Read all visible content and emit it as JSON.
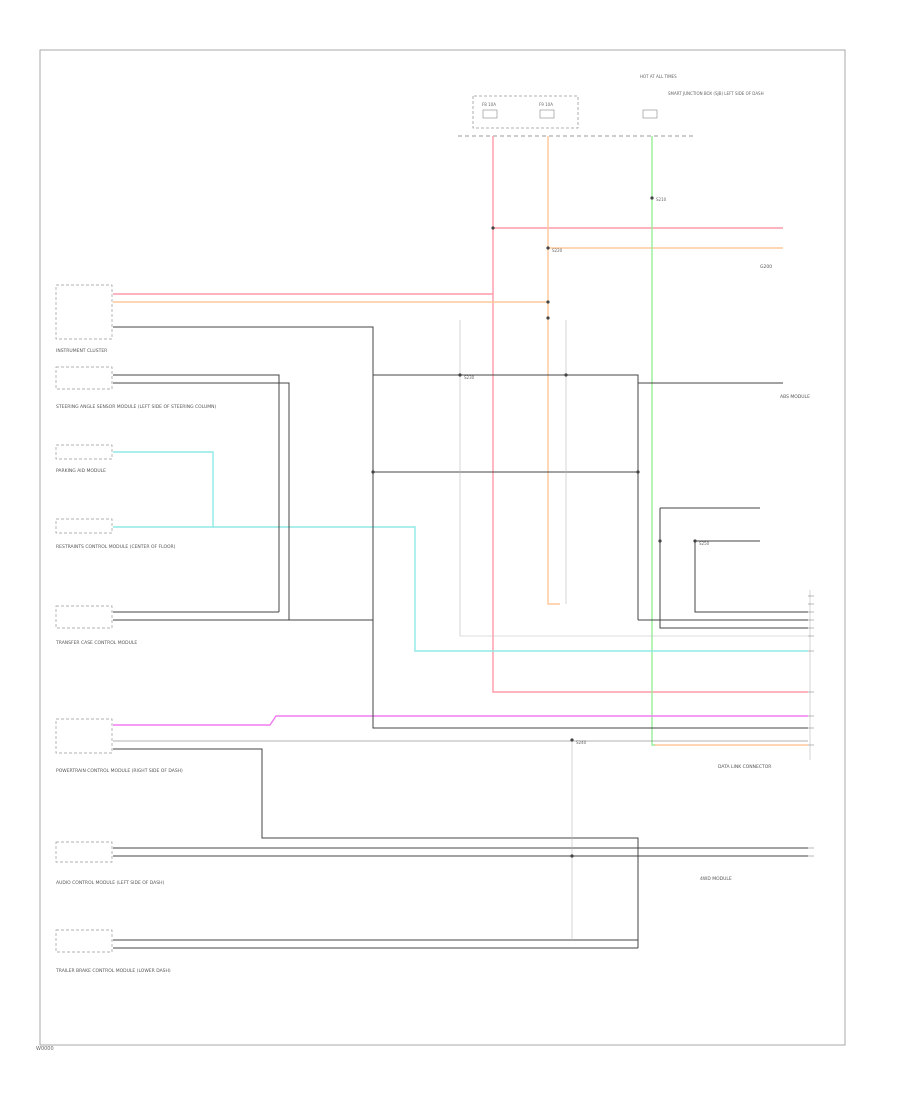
{
  "footer_code": "W0000",
  "colors": {
    "pink": "#ff9aa8",
    "orange": "#ffc89a",
    "green": "#98ee98",
    "cyan": "#8fe9e6",
    "magenta": "#f27bf2",
    "wire": "#444444",
    "border": "#aaaaaa"
  },
  "header_labels": {
    "fuse_block": "HOT AT ALL TIMES",
    "fuse_a": "F8 10A",
    "fuse_b": "F9 10A",
    "junction_note": "SMART JUNCTION BOX (SJB) LEFT SIDE OF DASH"
  },
  "components": [
    {
      "name": "instrument-cluster",
      "label": "INSTRUMENT CLUSTER"
    },
    {
      "name": "steering-angle-sensor",
      "label": "STEERING ANGLE SENSOR MODULE (LEFT SIDE OF STEERING COLUMN)"
    },
    {
      "name": "parking-aid-module",
      "label": "PARKING AID MODULE"
    },
    {
      "name": "restraints-control-module",
      "label": "RESTRAINTS CONTROL MODULE (CENTER OF FLOOR)"
    },
    {
      "name": "transmission-control-module",
      "label": "TRANSFER CASE CONTROL MODULE"
    },
    {
      "name": "powertrain-control-module",
      "label": "POWERTRAIN CONTROL MODULE (RIGHT SIDE OF DASH)"
    },
    {
      "name": "audio-control-module",
      "label": "AUDIO CONTROL MODULE (LEFT SIDE OF DASH)"
    },
    {
      "name": "trailer-brake-module",
      "label": "TRAILER BRAKE CONTROL MODULE (LOWER DASH)"
    },
    {
      "name": "abs-module",
      "label": "ABS MODULE"
    },
    {
      "name": "data-link-connector",
      "label": "DATA LINK CONNECTOR"
    },
    {
      "name": "four-wd-module",
      "label": "4WD MODULE"
    },
    {
      "name": "ground-g200",
      "label": "G200"
    }
  ],
  "splices": [
    {
      "name": "splice-s210",
      "label": "S210"
    },
    {
      "name": "splice-s220",
      "label": "S220"
    },
    {
      "name": "splice-s230",
      "label": "S230"
    },
    {
      "name": "splice-s240",
      "label": "S240"
    },
    {
      "name": "splice-s250",
      "label": "S250"
    }
  ]
}
